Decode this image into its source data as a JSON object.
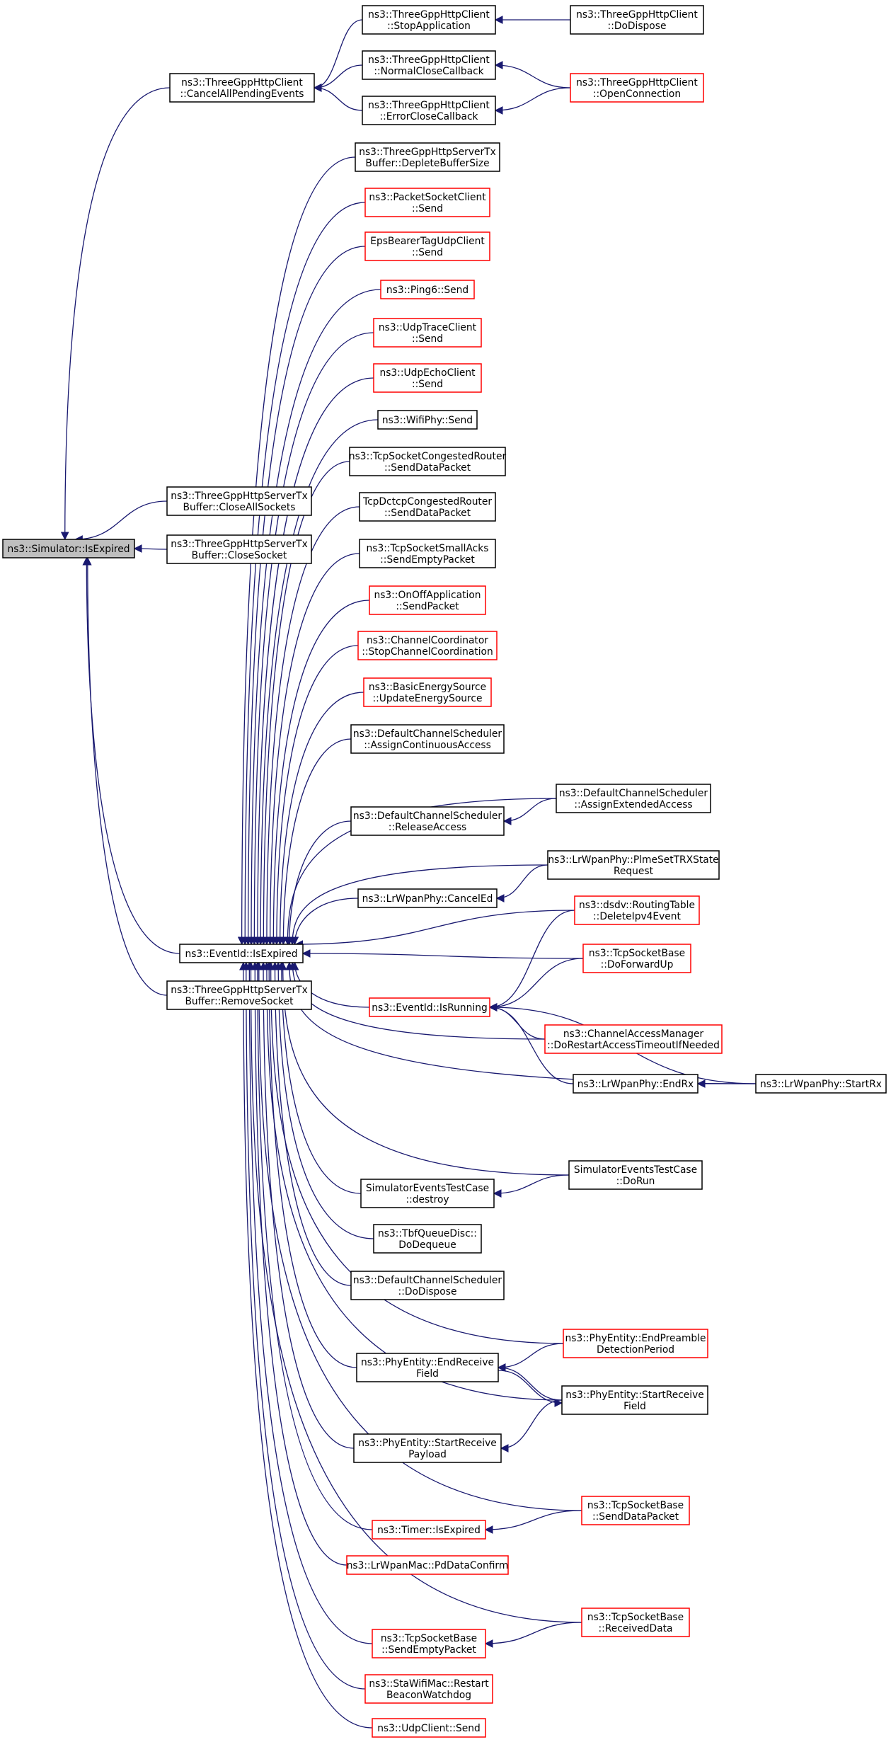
{
  "colors": {
    "edge": "#191970",
    "node_border": "#000000",
    "node_border_red": "#ff0000",
    "root_fill": "#bfbfbf",
    "node_fill": "#ffffff"
  },
  "nodes": [
    {
      "id": "root",
      "lines": [
        "ns3::Simulator::IsExpired"
      ],
      "style": "root"
    },
    {
      "id": "cancelAll",
      "lines": [
        "ns3::ThreeGppHttpClient",
        "::CancelAllPendingEvents"
      ],
      "style": "black"
    },
    {
      "id": "stopApp",
      "lines": [
        "ns3::ThreeGppHttpClient",
        "::StopApplication"
      ],
      "style": "black"
    },
    {
      "id": "doDispose",
      "lines": [
        "ns3::ThreeGppHttpClient",
        "::DoDispose"
      ],
      "style": "black"
    },
    {
      "id": "normalClose",
      "lines": [
        "ns3::ThreeGppHttpClient",
        "::NormalCloseCallback"
      ],
      "style": "black"
    },
    {
      "id": "openConn",
      "lines": [
        "ns3::ThreeGppHttpClient",
        "::OpenConnection"
      ],
      "style": "red"
    },
    {
      "id": "errorClose",
      "lines": [
        "ns3::ThreeGppHttpClient",
        "::ErrorCloseCallback"
      ],
      "style": "black"
    },
    {
      "id": "deplete",
      "lines": [
        "ns3::ThreeGppHttpServerTx",
        "Buffer::DepleteBufferSize"
      ],
      "style": "black"
    },
    {
      "id": "pktSock",
      "lines": [
        "ns3::PacketSocketClient",
        "::Send"
      ],
      "style": "red"
    },
    {
      "id": "epsBearer",
      "lines": [
        "EpsBearerTagUdpClient",
        "::Send"
      ],
      "style": "red"
    },
    {
      "id": "ping6",
      "lines": [
        "ns3::Ping6::Send"
      ],
      "style": "red"
    },
    {
      "id": "udpTrace",
      "lines": [
        "ns3::UdpTraceClient",
        "::Send"
      ],
      "style": "red"
    },
    {
      "id": "udpEcho",
      "lines": [
        "ns3::UdpEchoClient",
        "::Send"
      ],
      "style": "red"
    },
    {
      "id": "wifiPhy",
      "lines": [
        "ns3::WifiPhy::Send"
      ],
      "style": "black"
    },
    {
      "id": "tcpCongested",
      "lines": [
        "ns3::TcpSocketCongestedRouter",
        "::SendDataPacket"
      ],
      "style": "black"
    },
    {
      "id": "closeAll",
      "lines": [
        "ns3::ThreeGppHttpServerTx",
        "Buffer::CloseAllSockets"
      ],
      "style": "black"
    },
    {
      "id": "tcpDctcp",
      "lines": [
        "TcpDctcpCongestedRouter",
        "::SendDataPacket"
      ],
      "style": "black"
    },
    {
      "id": "closeSocket",
      "lines": [
        "ns3::ThreeGppHttpServerTx",
        "Buffer::CloseSocket"
      ],
      "style": "black"
    },
    {
      "id": "tcpSmallAcks",
      "lines": [
        "ns3::TcpSocketSmallAcks",
        "::SendEmptyPacket"
      ],
      "style": "black"
    },
    {
      "id": "onOff",
      "lines": [
        "ns3::OnOffApplication",
        "::SendPacket"
      ],
      "style": "red"
    },
    {
      "id": "chanCoord",
      "lines": [
        "ns3::ChannelCoordinator",
        "::StopChannelCoordination"
      ],
      "style": "red"
    },
    {
      "id": "basicEnergy",
      "lines": [
        "ns3::BasicEnergySource",
        "::UpdateEnergySource"
      ],
      "style": "red"
    },
    {
      "id": "assignCont",
      "lines": [
        "ns3::DefaultChannelScheduler",
        "::AssignContinuousAccess"
      ],
      "style": "black"
    },
    {
      "id": "assignExt",
      "lines": [
        "ns3::DefaultChannelScheduler",
        "::AssignExtendedAccess"
      ],
      "style": "black"
    },
    {
      "id": "releaseAccess",
      "lines": [
        "ns3::DefaultChannelScheduler",
        "::ReleaseAccess"
      ],
      "style": "black"
    },
    {
      "id": "plmeSet",
      "lines": [
        "ns3::LrWpanPhy::PlmeSetTRXState",
        "Request"
      ],
      "style": "black"
    },
    {
      "id": "cancelEd",
      "lines": [
        "ns3::LrWpanPhy::CancelEd"
      ],
      "style": "black"
    },
    {
      "id": "dsdv",
      "lines": [
        "ns3::dsdv::RoutingTable",
        "::DeleteIpv4Event"
      ],
      "style": "red"
    },
    {
      "id": "eventIdExpired",
      "lines": [
        "ns3::EventId::IsExpired"
      ],
      "style": "black"
    },
    {
      "id": "doForwardUp",
      "lines": [
        "ns3::TcpSocketBase",
        "::DoForwardUp"
      ],
      "style": "red"
    },
    {
      "id": "removeSocket",
      "lines": [
        "ns3::ThreeGppHttpServerTx",
        "Buffer::RemoveSocket"
      ],
      "style": "black"
    },
    {
      "id": "isRunning",
      "lines": [
        "ns3::EventId::IsRunning"
      ],
      "style": "red"
    },
    {
      "id": "chanAccess",
      "lines": [
        "ns3::ChannelAccessManager",
        "::DoRestartAccessTimeoutIfNeeded"
      ],
      "style": "red"
    },
    {
      "id": "endRx",
      "lines": [
        "ns3::LrWpanPhy::EndRx"
      ],
      "style": "black"
    },
    {
      "id": "startRx",
      "lines": [
        "ns3::LrWpanPhy::StartRx"
      ],
      "style": "black"
    },
    {
      "id": "simDoRun",
      "lines": [
        "SimulatorEventsTestCase",
        "::DoRun"
      ],
      "style": "black"
    },
    {
      "id": "simDestroy",
      "lines": [
        "SimulatorEventsTestCase",
        "::destroy"
      ],
      "style": "black"
    },
    {
      "id": "tbf",
      "lines": [
        "ns3::TbfQueueDisc::",
        "DoDequeue"
      ],
      "style": "black"
    },
    {
      "id": "dcsDispose",
      "lines": [
        "ns3::DefaultChannelScheduler",
        "::DoDispose"
      ],
      "style": "black"
    },
    {
      "id": "endPreamble",
      "lines": [
        "ns3::PhyEntity::EndPreamble",
        "DetectionPeriod"
      ],
      "style": "red"
    },
    {
      "id": "endRecvField",
      "lines": [
        "ns3::PhyEntity::EndReceive",
        "Field"
      ],
      "style": "black"
    },
    {
      "id": "startRecvField",
      "lines": [
        "ns3::PhyEntity::StartReceive",
        "Field"
      ],
      "style": "black"
    },
    {
      "id": "startRecvPayload",
      "lines": [
        "ns3::PhyEntity::StartReceive",
        "Payload"
      ],
      "style": "black"
    },
    {
      "id": "tcpSendData",
      "lines": [
        "ns3::TcpSocketBase",
        "::SendDataPacket"
      ],
      "style": "red"
    },
    {
      "id": "timerExpired",
      "lines": [
        "ns3::Timer::IsExpired"
      ],
      "style": "red"
    },
    {
      "id": "pdData",
      "lines": [
        "ns3::LrWpanMac::PdDataConfirm"
      ],
      "style": "red"
    },
    {
      "id": "tcpRecvData",
      "lines": [
        "ns3::TcpSocketBase",
        "::ReceivedData"
      ],
      "style": "red"
    },
    {
      "id": "tcpSendEmpty",
      "lines": [
        "ns3::TcpSocketBase",
        "::SendEmptyPacket"
      ],
      "style": "red"
    },
    {
      "id": "staWifi",
      "lines": [
        "ns3::StaWifiMac::Restart",
        "BeaconWatchdog"
      ],
      "style": "red"
    },
    {
      "id": "udpClient",
      "lines": [
        "ns3::UdpClient::Send"
      ],
      "style": "red"
    }
  ],
  "edges": [
    [
      "cancelAll",
      "root"
    ],
    [
      "closeAll",
      "root"
    ],
    [
      "closeSocket",
      "root"
    ],
    [
      "eventIdExpired",
      "root"
    ],
    [
      "removeSocket",
      "root"
    ],
    [
      "stopApp",
      "cancelAll"
    ],
    [
      "normalClose",
      "cancelAll"
    ],
    [
      "errorClose",
      "cancelAll"
    ],
    [
      "doDispose",
      "stopApp"
    ],
    [
      "openConn",
      "normalClose"
    ],
    [
      "openConn",
      "errorClose"
    ],
    [
      "deplete",
      "eventIdExpired"
    ],
    [
      "pktSock",
      "eventIdExpired"
    ],
    [
      "epsBearer",
      "eventIdExpired"
    ],
    [
      "ping6",
      "eventIdExpired"
    ],
    [
      "udpTrace",
      "eventIdExpired"
    ],
    [
      "udpEcho",
      "eventIdExpired"
    ],
    [
      "wifiPhy",
      "eventIdExpired"
    ],
    [
      "tcpCongested",
      "eventIdExpired"
    ],
    [
      "tcpDctcp",
      "eventIdExpired"
    ],
    [
      "tcpSmallAcks",
      "eventIdExpired"
    ],
    [
      "onOff",
      "eventIdExpired"
    ],
    [
      "chanCoord",
      "eventIdExpired"
    ],
    [
      "basicEnergy",
      "eventIdExpired"
    ],
    [
      "assignCont",
      "eventIdExpired"
    ],
    [
      "assignExt",
      "eventIdExpired"
    ],
    [
      "releaseAccess",
      "eventIdExpired"
    ],
    [
      "plmeSet",
      "eventIdExpired"
    ],
    [
      "cancelEd",
      "eventIdExpired"
    ],
    [
      "dsdv",
      "eventIdExpired"
    ],
    [
      "doForwardUp",
      "eventIdExpired"
    ],
    [
      "isRunning",
      "eventIdExpired"
    ],
    [
      "chanAccess",
      "eventIdExpired"
    ],
    [
      "startRx",
      "eventIdExpired"
    ],
    [
      "simDoRun",
      "eventIdExpired"
    ],
    [
      "simDestroy",
      "eventIdExpired"
    ],
    [
      "tbf",
      "eventIdExpired"
    ],
    [
      "dcsDispose",
      "eventIdExpired"
    ],
    [
      "endPreamble",
      "eventIdExpired"
    ],
    [
      "endRecvField",
      "eventIdExpired"
    ],
    [
      "startRecvField",
      "eventIdExpired"
    ],
    [
      "startRecvPayload",
      "eventIdExpired"
    ],
    [
      "tcpSendData",
      "eventIdExpired"
    ],
    [
      "timerExpired",
      "eventIdExpired"
    ],
    [
      "pdData",
      "eventIdExpired"
    ],
    [
      "tcpRecvData",
      "eventIdExpired"
    ],
    [
      "tcpSendEmpty",
      "eventIdExpired"
    ],
    [
      "staWifi",
      "eventIdExpired"
    ],
    [
      "udpClient",
      "eventIdExpired"
    ],
    [
      "assignExt",
      "releaseAccess"
    ],
    [
      "plmeSet",
      "cancelEd"
    ],
    [
      "dsdv",
      "isRunning"
    ],
    [
      "doForwardUp",
      "isRunning"
    ],
    [
      "chanAccess",
      "isRunning"
    ],
    [
      "endRx",
      "isRunning"
    ],
    [
      "startRx",
      "isRunning"
    ],
    [
      "startRx",
      "endRx"
    ],
    [
      "simDoRun",
      "simDestroy"
    ],
    [
      "endPreamble",
      "endRecvField"
    ],
    [
      "startRecvField",
      "endRecvField"
    ],
    [
      "endRecvField",
      "startRecvField"
    ],
    [
      "startRecvField",
      "startRecvPayload"
    ],
    [
      "tcpSendData",
      "timerExpired"
    ],
    [
      "tcpRecvData",
      "tcpSendEmpty"
    ]
  ]
}
